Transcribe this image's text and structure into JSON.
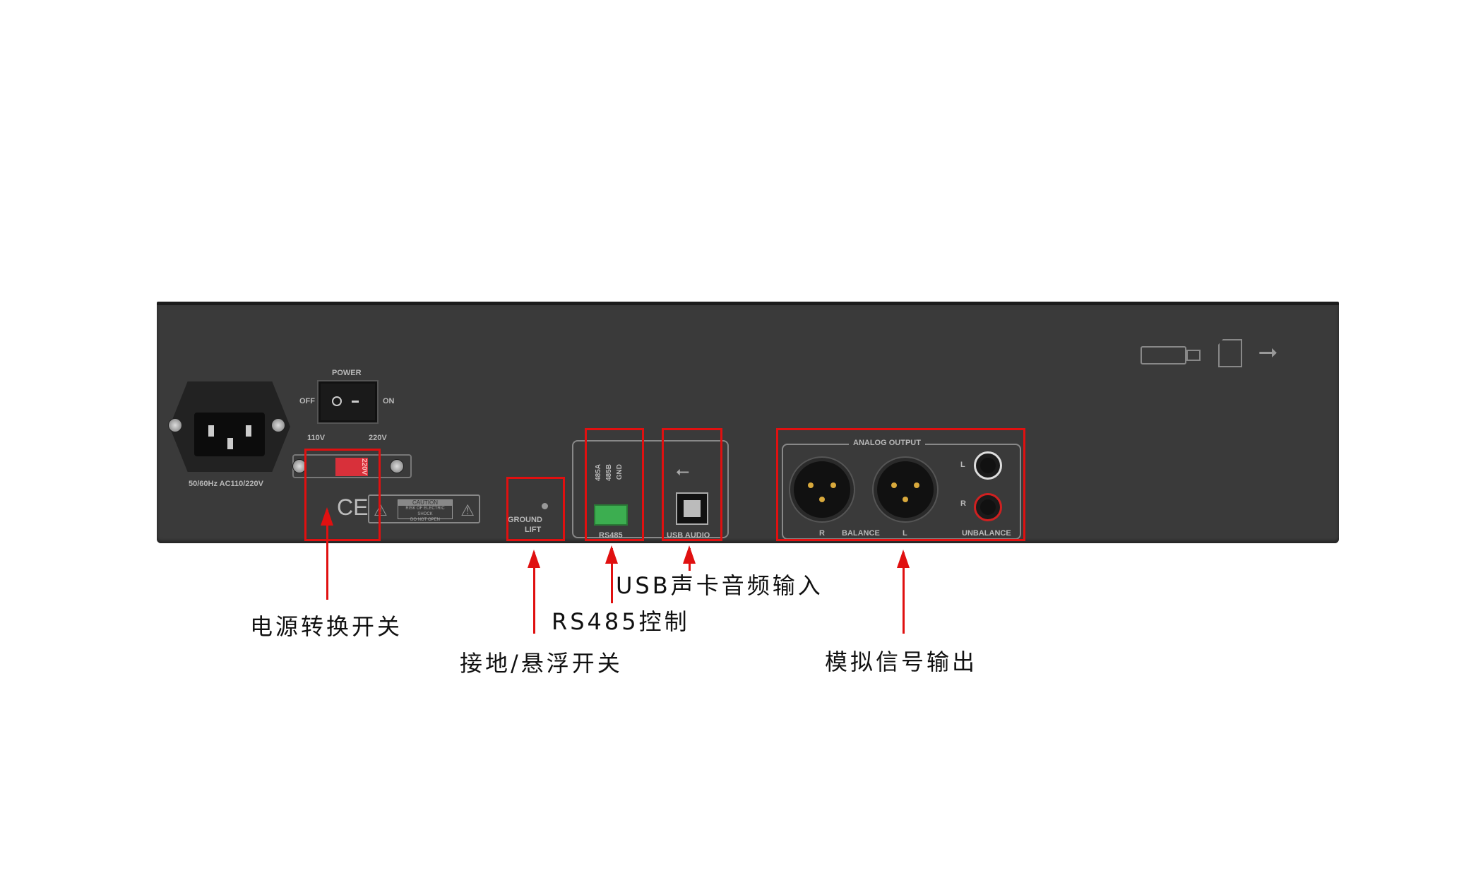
{
  "panel": {
    "power_label": "POWER",
    "off": "OFF",
    "on": "ON",
    "v110": "110V",
    "v220": "220V",
    "selector_value": "220V",
    "ac_rating": "50/60Hz AC110/220V",
    "ce_mark": "CE",
    "caution_title": "CAUTION",
    "caution_line1": "RISK OF ELECTRIC SHOCK",
    "caution_line2": "DO NOT OPEN",
    "ground": "GROUND",
    "lift": "LIFT",
    "rs485_pins": [
      "485A",
      "485B",
      "GND"
    ],
    "rs485": "RS485",
    "usb_audio": "USB AUDIO",
    "analog_output": "ANALOG OUTPUT",
    "xlr_r": "R",
    "balance": "BALANCE",
    "xlr_l": "L",
    "rca_l": "L",
    "rca_r": "R",
    "unbalance": "UNBALANCE"
  },
  "annotations": {
    "power_switch": "电源转换开关",
    "ground_lift": "接地/悬浮开关",
    "rs485_control": "RS485控制",
    "usb_input": "USB声卡音频输入",
    "analog_out": "模拟信号输出"
  },
  "colors": {
    "highlight": "#e01010",
    "panel": "#3a3a3a"
  }
}
